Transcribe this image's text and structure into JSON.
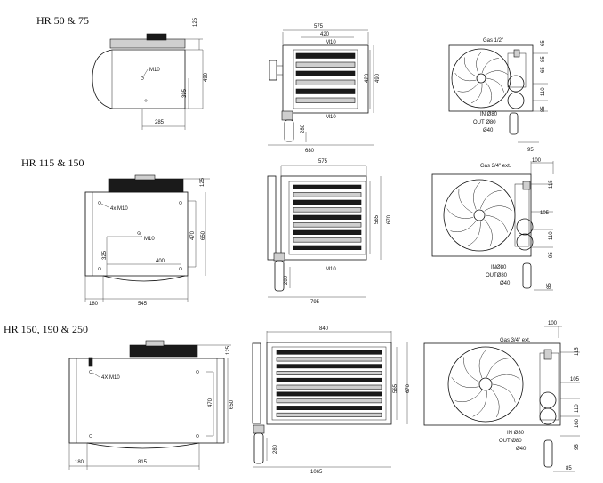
{
  "sections": [
    {
      "title": "HR 50 & 75",
      "side": {
        "callouts": [
          "M10"
        ],
        "dims": [
          "125",
          "490",
          "395",
          "285"
        ]
      },
      "front": {
        "callouts": [
          "M10",
          "M10"
        ],
        "dims": [
          "575",
          "420",
          "420",
          "490",
          "280",
          "680"
        ]
      },
      "back": {
        "callouts": [
          "Gas 1/2\"",
          "IN Ø80",
          "OUT Ø80",
          "Ø40"
        ],
        "dims": [
          "65",
          "85",
          "65",
          "110",
          "85",
          "95"
        ]
      }
    },
    {
      "title": "HR 115 & 150",
      "side": {
        "callouts": [
          "4x M10",
          "M10"
        ],
        "dims": [
          "125",
          "470",
          "650",
          "325",
          "400",
          "180",
          "545"
        ]
      },
      "front": {
        "callouts": [
          "M10"
        ],
        "dims": [
          "575",
          "565",
          "670",
          "280",
          "795"
        ]
      },
      "back": {
        "callouts": [
          "Gas 3/4\" ext.",
          "INØ80",
          "OUTØ80",
          "Ø40"
        ],
        "dims": [
          "100",
          "115",
          "105",
          "110",
          "95",
          "85"
        ]
      }
    },
    {
      "title": "HR 150, 190 & 250",
      "side": {
        "callouts": [
          "4X M10"
        ],
        "dims": [
          "125",
          "470",
          "650",
          "180",
          "815"
        ]
      },
      "front": {
        "callouts": [],
        "dims": [
          "840",
          "565",
          "670",
          "280",
          "1065"
        ]
      },
      "back": {
        "callouts": [
          "Gas 3/4\" ext.",
          "IN Ø80",
          "OUT Ø80",
          "Ø40"
        ],
        "dims": [
          "100",
          "115",
          "105",
          "110",
          "160",
          "95",
          "85"
        ]
      }
    }
  ]
}
